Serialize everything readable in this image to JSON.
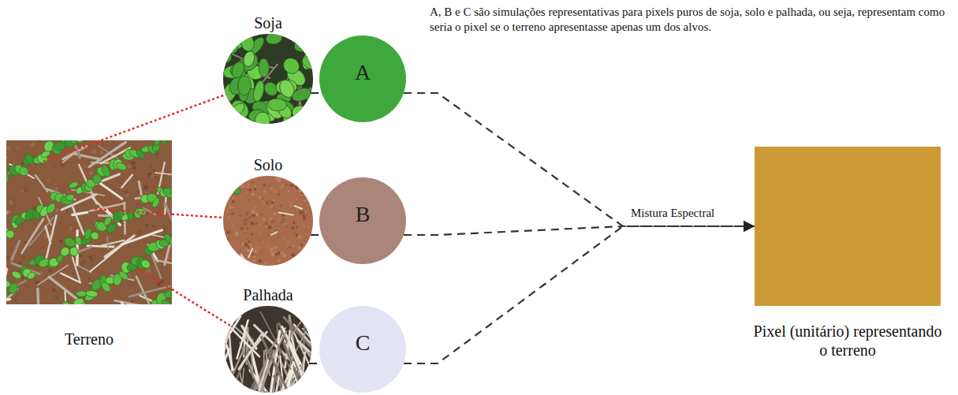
{
  "diagram": {
    "nodes": [
      {
        "text": [
          "Terreno"
        ]
      },
      {
        "text": [
          "Soja"
        ]
      },
      {
        "text": [
          "A"
        ]
      },
      {
        "text": [
          "Solo"
        ]
      },
      {
        "text": [
          "B"
        ]
      },
      {
        "text": [
          "Palhada"
        ]
      },
      {
        "text": [
          "C"
        ]
      },
      {
        "text": [
          "Pixel (unitário) representando o terreno"
        ]
      }
    ],
    "edges": [
      {
        "from": 0,
        "to": 1,
        "arrow": "none"
      },
      {
        "from": 0,
        "to": 3,
        "arrow": "none"
      },
      {
        "from": 0,
        "to": 5,
        "arrow": "none"
      },
      {
        "from": 1,
        "to": 2,
        "arrow": "none"
      },
      {
        "from": 3,
        "to": 4,
        "arrow": "none"
      },
      {
        "from": 5,
        "to": 6,
        "arrow": "none"
      },
      {
        "from": 2,
        "to": 7,
        "arrow": "to"
      },
      {
        "from": 4,
        "to": 7,
        "arrow": "to"
      },
      {
        "from": 6,
        "to": 7,
        "arrow": "to"
      }
    ],
    "labels": [
      "A, B e C são simulações representativas para pixels puros de soja, solo e palhada, ou seja, representam como seria o pixel se o terreno apresentasse apenas um dos alvos.",
      "Mistura Espectral"
    ]
  }
}
